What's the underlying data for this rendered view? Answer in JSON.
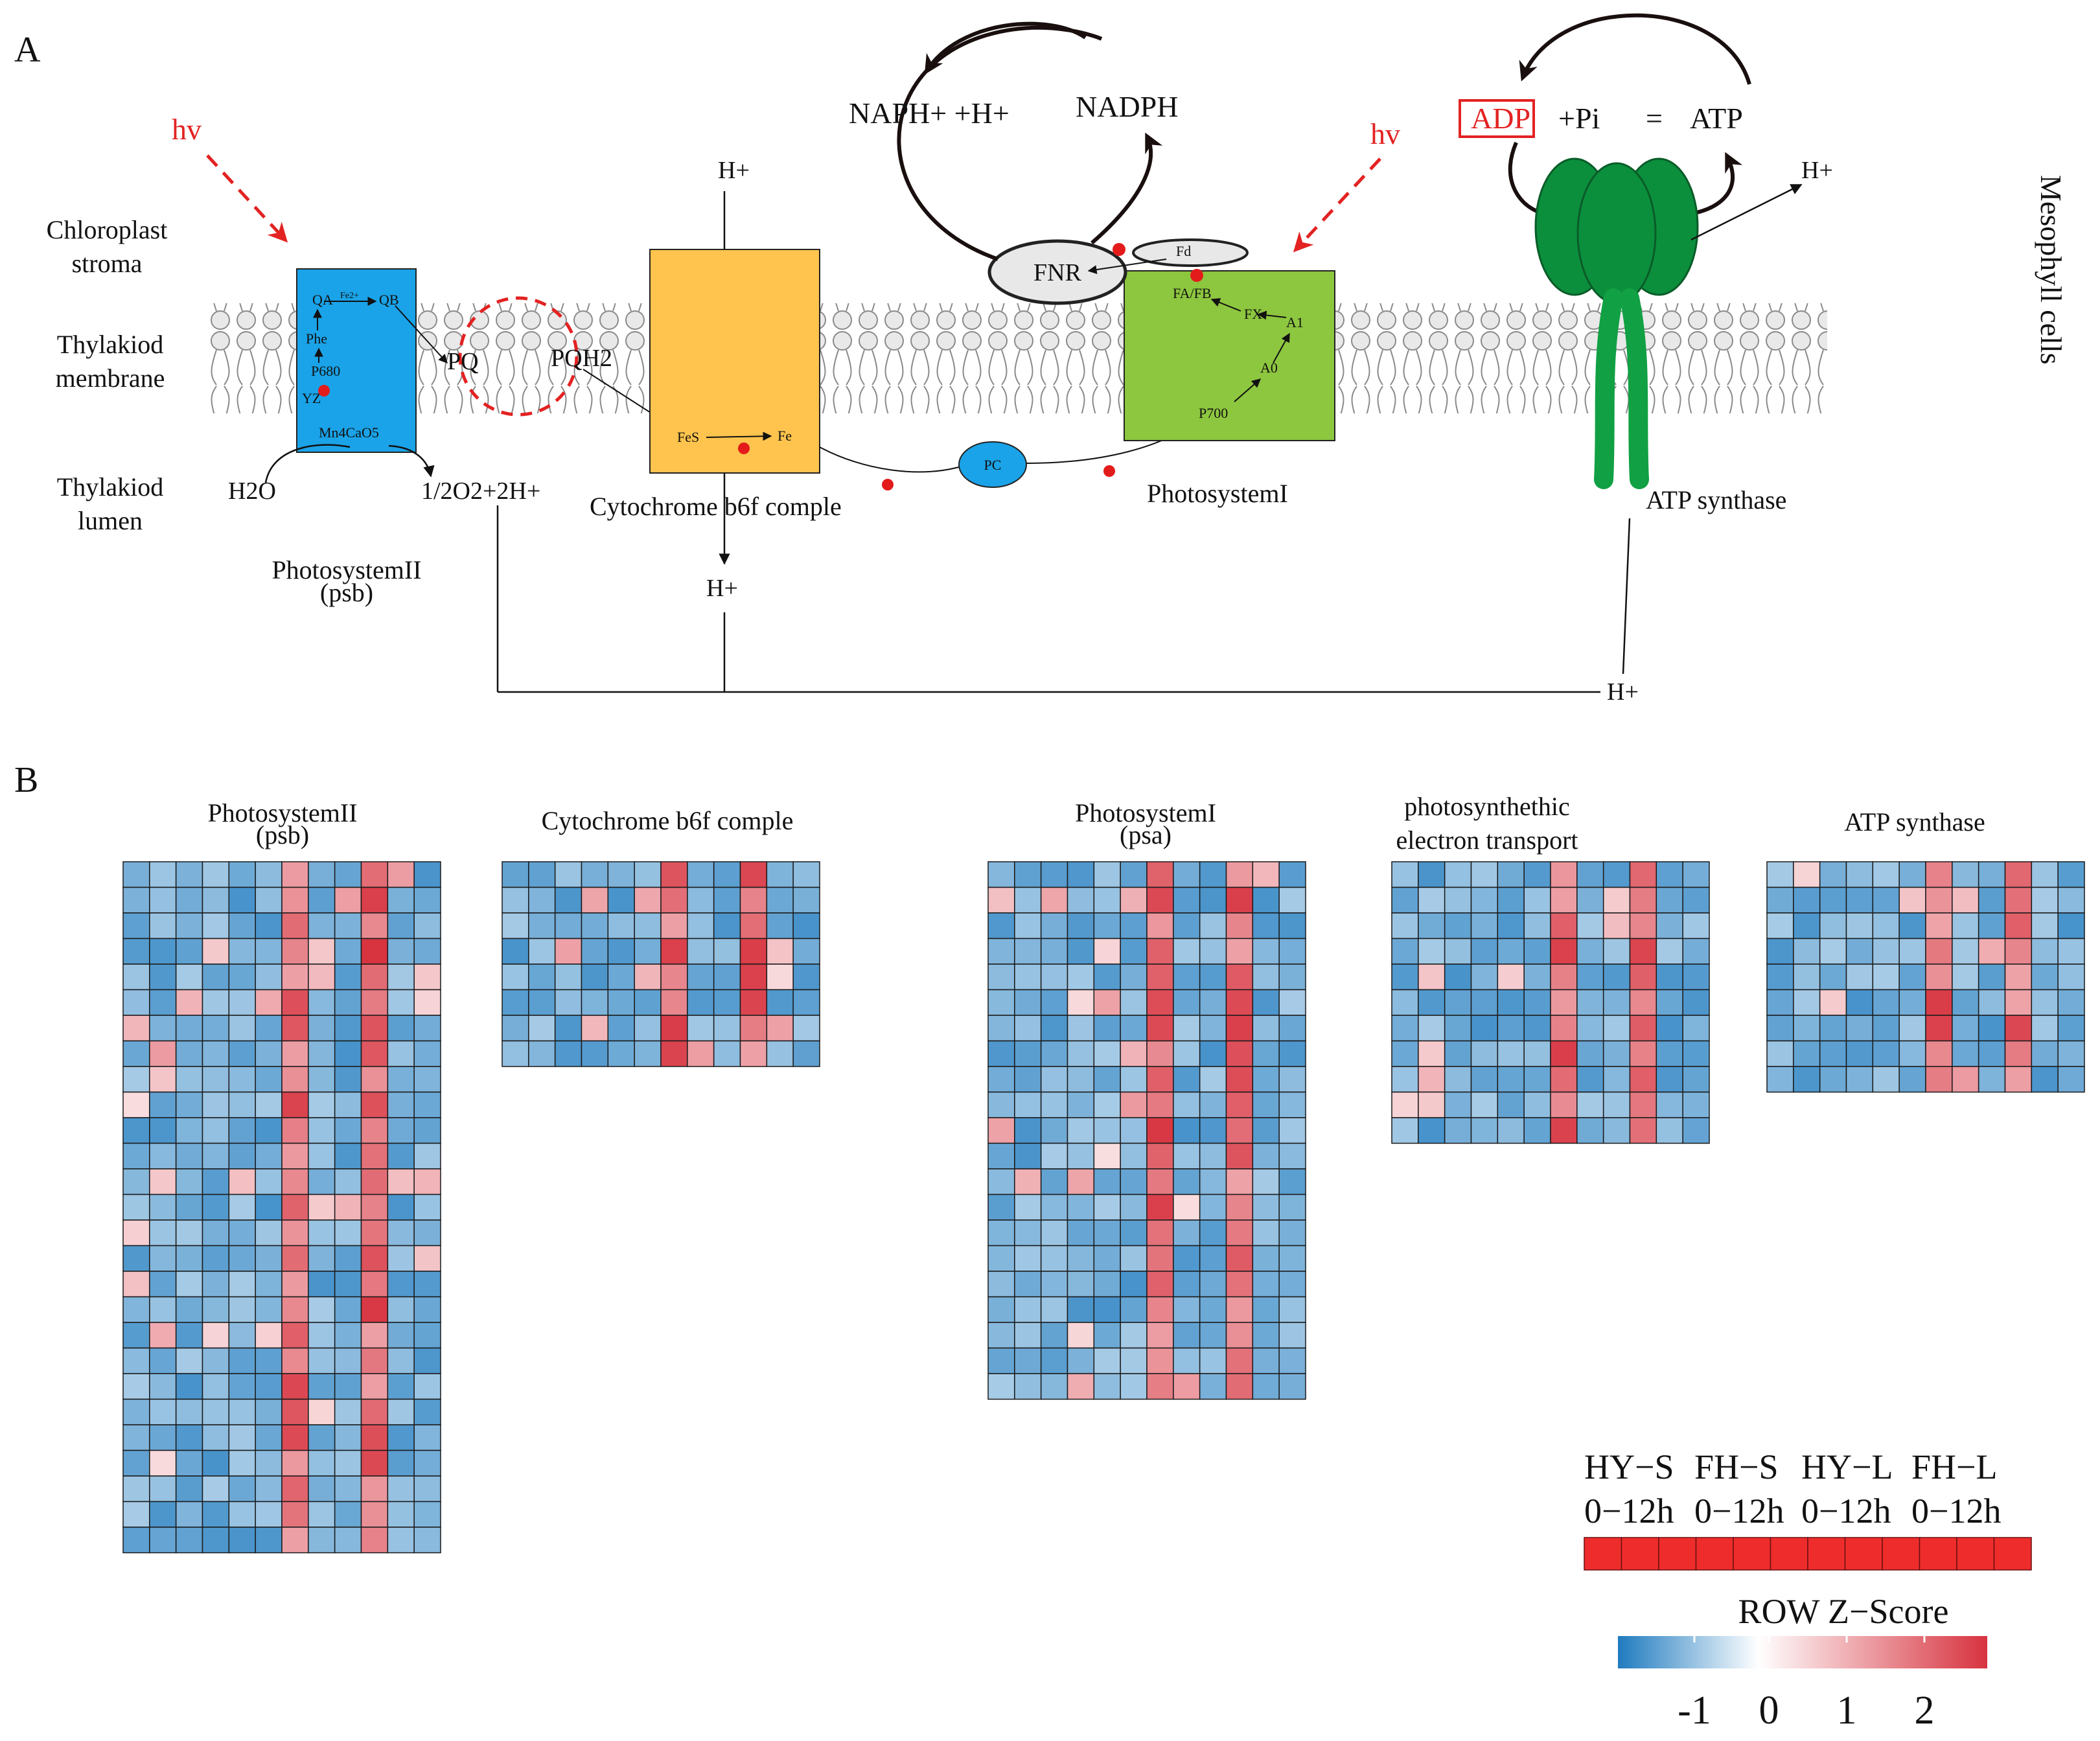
{
  "panelA": {
    "label": "A",
    "side_label": "Mesophyll cells",
    "left_labels": {
      "stroma": [
        "Chloroplast",
        "stroma"
      ],
      "membrane": [
        "Thylakiod",
        "membrane"
      ],
      "lumen": [
        "Thylakiod",
        "lumen"
      ]
    },
    "light": "hv",
    "psII": {
      "name": "PhotosystemII",
      "sub": "(psb)",
      "parts": [
        "QA",
        "Fe2+",
        "QB",
        "Phe",
        "P680",
        "YZ",
        "Mn4CaO5"
      ],
      "h2o": "H2O",
      "o2": "1/2O2+2H+"
    },
    "pq": "PQ",
    "pqh2": "PQH2",
    "cyt": {
      "name": "Cytochrome b6f comple",
      "fes": "FeS",
      "fe": "Fe",
      "h_top": "H+",
      "h_bottom": "H+"
    },
    "pc": "PC",
    "fnr": "FNR",
    "fd": "Fd",
    "nadp": "NAPH+ +H+",
    "nadph": "NADPH",
    "psI": {
      "name": "PhotosystemI",
      "parts": [
        "FA/FB",
        "FX",
        "A1",
        "A0",
        "P700"
      ]
    },
    "atp": {
      "name": "ATP synthase",
      "adp": "ADP",
      "pi": "+Pi",
      "eq": "=",
      "atp": "ATP",
      "h_out": "H+",
      "h_bottom": "H+"
    }
  },
  "panelB": {
    "label": "B",
    "legend": {
      "groups": [
        "HY−S",
        "FH−S",
        "HY−L",
        "FH−L"
      ],
      "times": [
        "0−12h",
        "0−12h",
        "0−12h",
        "0−12h"
      ],
      "title": "ROW Z−Score",
      "ticks": [
        "-1",
        "0",
        "1",
        "2"
      ],
      "colors": [
        "#1f7bbf",
        "#ffffff",
        "#d7333f"
      ]
    },
    "heatmaps": [
      {
        "title": [
          "PhotosystemII",
          "(psb)"
        ],
        "rows": 27,
        "cols": 12,
        "hot_cols": [
          6,
          9
        ]
      },
      {
        "title": [
          "Cytochrome b6f comple"
        ],
        "rows": 8,
        "cols": 12,
        "hot_cols": [
          6,
          9
        ]
      },
      {
        "title": [
          "PhotosystemI",
          "(psa)"
        ],
        "rows": 21,
        "cols": 12,
        "hot_cols": [
          6,
          9
        ]
      },
      {
        "title": [
          "photosynthethic",
          "electron transport"
        ],
        "rows": 11,
        "cols": 12,
        "hot_cols": [
          6,
          9
        ]
      },
      {
        "title": [
          "ATP synthase"
        ],
        "rows": 9,
        "cols": 12,
        "hot_cols": [
          6,
          9
        ]
      }
    ]
  }
}
